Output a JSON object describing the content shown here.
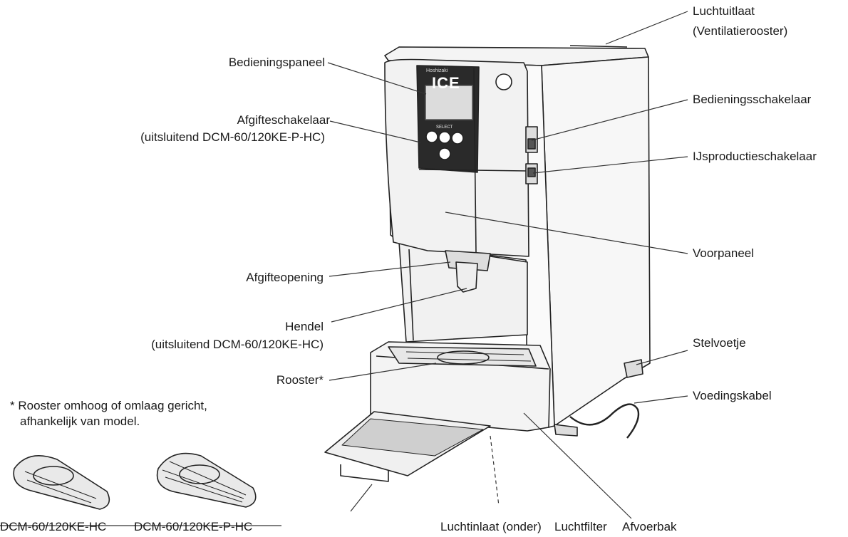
{
  "labels": {
    "luchtuitlaat_1": "Luchtuitlaat",
    "luchtuitlaat_2": "(Ventilatierooster)",
    "bedieningspaneel": "Bedieningspaneel",
    "afgifteschakelaar_1": "Afgifteschakelaar",
    "afgifteschakelaar_2": "(uitsluitend DCM-60/120KE-P-HC)",
    "bedieningsschakelaar": "Bedieningsschakelaar",
    "ijsproductieschakelaar": "IJsproductieschakelaar",
    "voorpaneel": "Voorpaneel",
    "afgifteopening": "Afgifteopening",
    "hendel_1": "Hendel",
    "hendel_2": "(uitsluitend DCM-60/120KE-HC)",
    "stelvoetje": "Stelvoetje",
    "rooster": "Rooster*",
    "voedingskabel": "Voedingskabel",
    "note_1": "* Rooster omhoog of omlaag gericht,",
    "note_2": "afhankelijk van model.",
    "model_hc": "DCM-60/120KE-HC",
    "model_phc": "DCM-60/120KE-P-HC",
    "luchtinlaat": "Luchtinlaat (onder)",
    "luchtfilter": "Luchtfilter",
    "afvoerbak": "Afvoerbak"
  },
  "panel": {
    "brand": "Hoshizaki",
    "logo": "ICE",
    "select": "SELECT"
  }
}
